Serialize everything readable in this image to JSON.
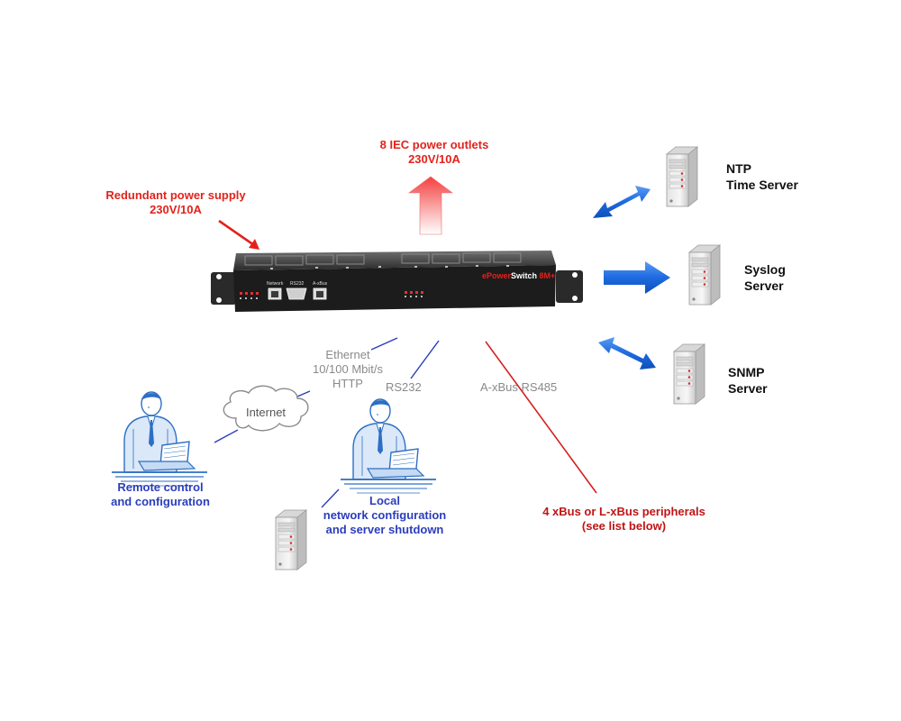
{
  "labels": {
    "power_outlets": {
      "line1": "8 IEC power outlets",
      "line2": "230V/10A"
    },
    "redundant_supply": {
      "line1": "Redundant power supply",
      "line2": "230V/10A"
    },
    "ntp": {
      "line1": "NTP",
      "line2": "Time Server"
    },
    "syslog": {
      "line1": "Syslog",
      "line2": "Server"
    },
    "snmp": {
      "line1": "SNMP",
      "line2": "Server"
    },
    "ethernet": {
      "line1": "Ethernet",
      "line2": "10/100 Mbit/s",
      "line3": "HTTP"
    },
    "rs232": "RS232",
    "axbus": "A-xBus RS485",
    "internet": "Internet",
    "remote": {
      "line1": "Remote control",
      "line2": "and configuration"
    },
    "local": {
      "line1": "Local",
      "line2": "network configuration",
      "line3": "and server shutdown"
    },
    "peripherals": {
      "line1": "4 xBus or L-xBus peripherals",
      "line2": "(see list below)"
    }
  },
  "device": {
    "brand_prefix": "ePower",
    "brand_mid": "Switch",
    "brand_suffix": "8M+",
    "port_labels": [
      "Network",
      "RS232",
      "A-xBus"
    ]
  },
  "colors": {
    "red_label": "#e3221c",
    "dark_red_label": "#c01414",
    "blue_label": "#2b3dbd",
    "gray_label": "#8a8a8a",
    "blue_arrow": "#1d6ae0",
    "red_arrow": "#f23c3c",
    "device_body": "#1c1c1c"
  }
}
